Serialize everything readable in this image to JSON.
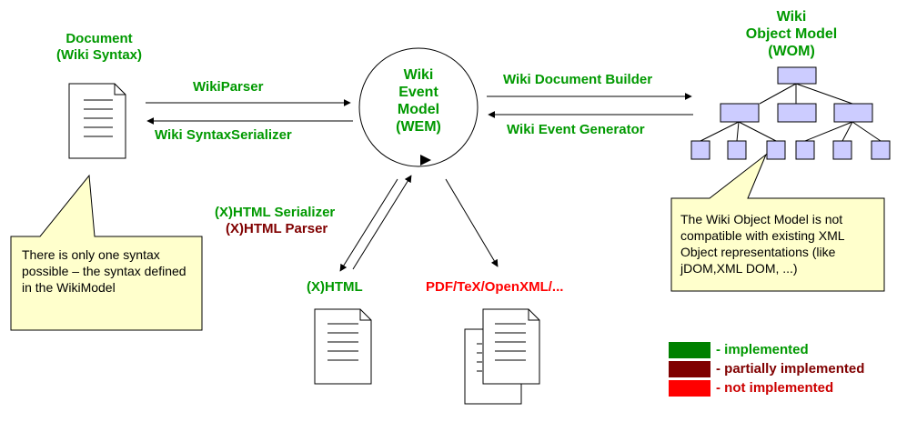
{
  "colors": {
    "implemented": "#008000",
    "partial": "#800000",
    "not_implemented": "#ff0000",
    "note_fill": "#ffffcc",
    "node_fill": "#ccccff"
  },
  "document": {
    "line1": "Document",
    "line2": "(Wiki Syntax)"
  },
  "wem": {
    "line1": "Wiki",
    "line2": "Event",
    "line3": "Model",
    "line4": "(WEM)"
  },
  "wom": {
    "line1": "Wiki",
    "line2": "Object Model",
    "line3": "(WOM)"
  },
  "arrows": {
    "wiki_parser": "WikiParser",
    "syntax_serializer": "Wiki SyntaxSerializer",
    "doc_builder": "Wiki Document Builder",
    "event_generator": "Wiki Event Generator",
    "html_serializer": "(X)HTML Serializer",
    "html_parser": "(X)HTML Parser"
  },
  "outputs": {
    "xhtml": "(X)HTML",
    "pdf": "PDF/TeX/OpenXML/..."
  },
  "notes": {
    "left": "There is only one syntax possible – the syntax defined in the WikiModel",
    "right": "The Wiki Object Model is not compatible with existing XML Object representations (like jDOM,XML DOM, ...)"
  },
  "legend": {
    "implemented": "- implemented",
    "partial": "- partially implemented",
    "not_implemented": "- not implemented"
  }
}
